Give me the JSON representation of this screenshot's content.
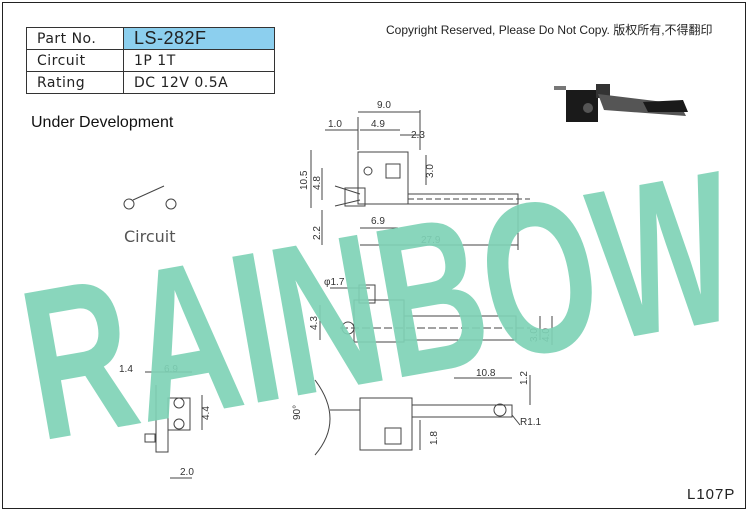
{
  "spec": {
    "part_label": "Part No.",
    "part_value": "LS-282F",
    "circuit_label": "Circuit",
    "circuit_value": "1P 1T",
    "rating_label": "Rating",
    "rating_value": "DC 12V 0.5A"
  },
  "copyright": "Copyright Reserved, Please Do Not Copy. 版权所有,不得翻印",
  "status": "Under Development",
  "circuit_caption": "Circuit",
  "watermark": "RAINBOW",
  "drawing_code": "L107P",
  "dimensions": {
    "top_width": "9.0",
    "top_left": "1.0",
    "top_mid": "4.9",
    "top_right": "2.3",
    "height_total": "10.5",
    "height_mid": "4.8",
    "hole": "3.0",
    "lower_left": "2.2",
    "body_width": "6.9",
    "total_length": "27.9",
    "pin_dia": "φ1.7",
    "side_left": "4.3",
    "side_r1": "3.0",
    "side_r2": "4.0",
    "end_top_left": "1.4",
    "end_top_width": "6.9",
    "end_height": "4.4",
    "end_bottom": "2.0",
    "lever_len": "10.8",
    "lever_h": "1.2",
    "angle": "90°",
    "bottom_h": "1.8",
    "radius": "R1.1"
  },
  "colors": {
    "watermark": "#7fd3b6",
    "part_highlight": "#8ccfee"
  }
}
